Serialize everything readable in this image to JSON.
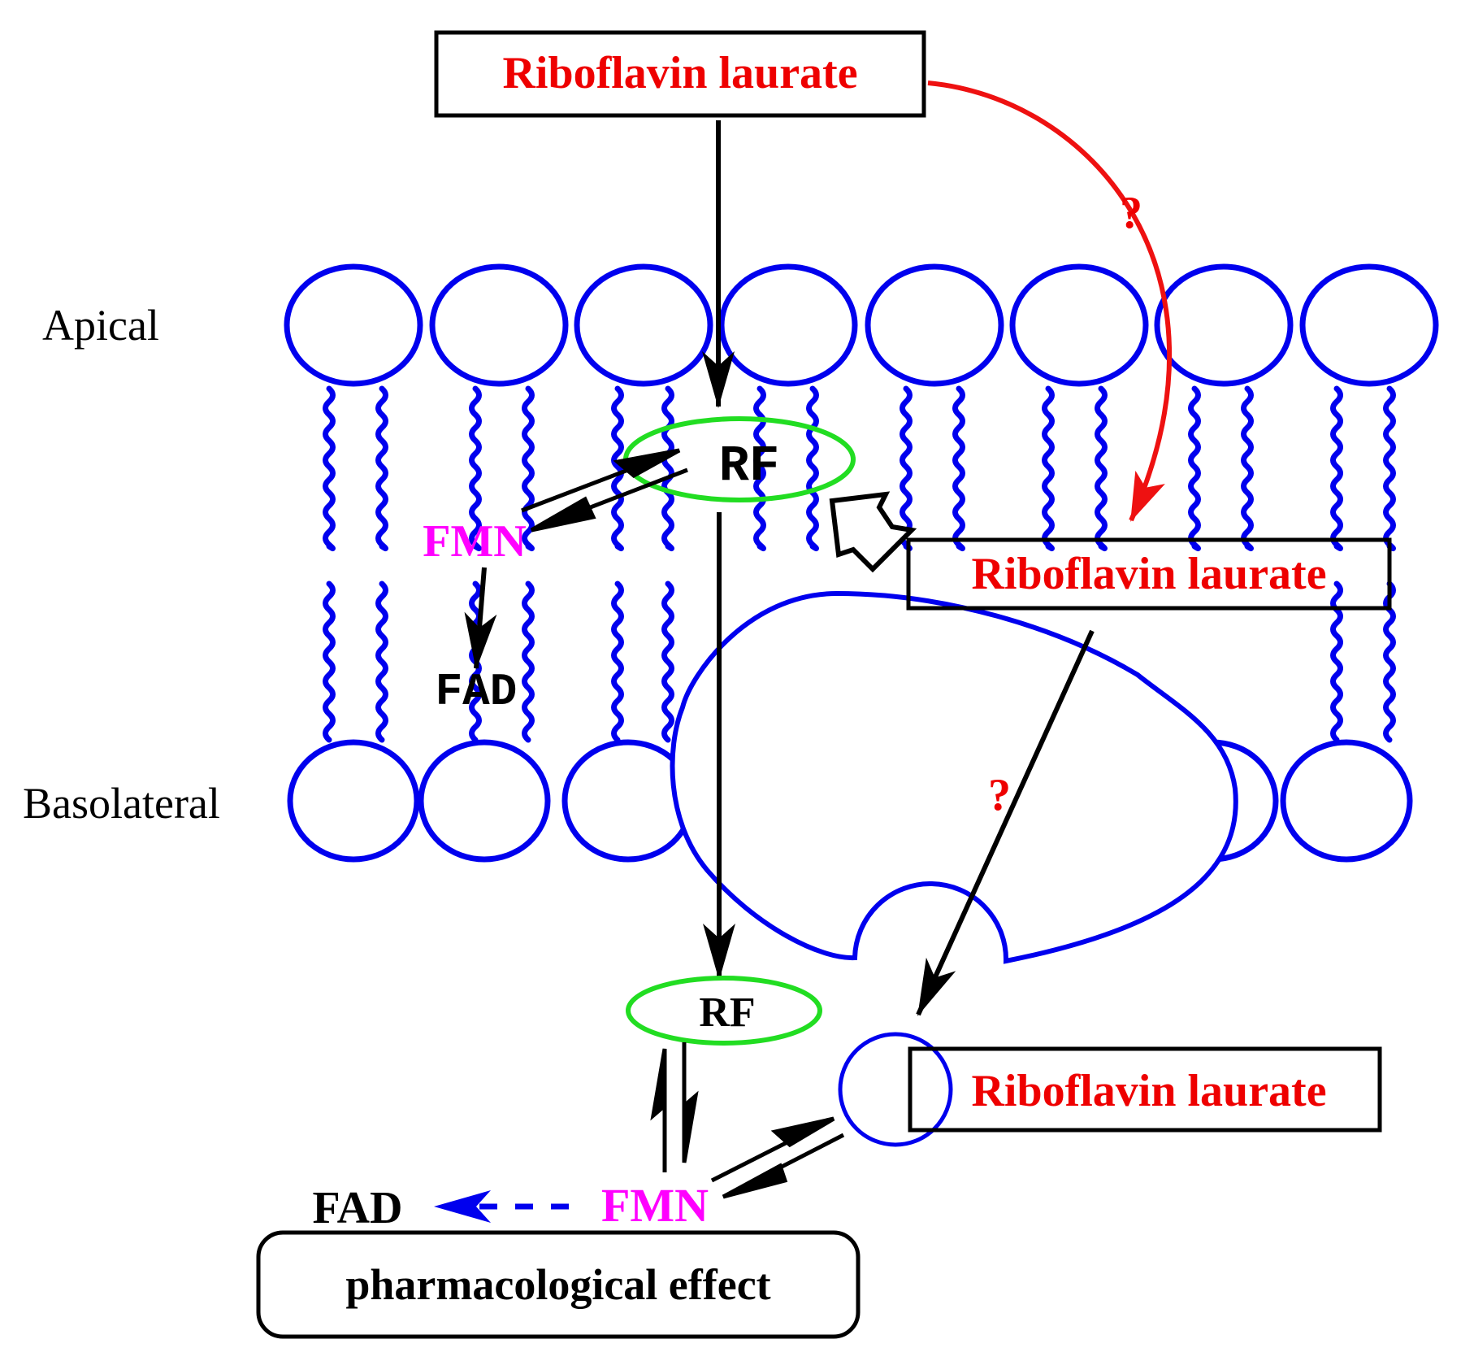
{
  "labels": {
    "apical": "Apical",
    "basolateral": "Basolateral",
    "riboflavin_top": "Riboflavin laurate",
    "riboflavin_mid": "Riboflavin laurate",
    "riboflavin_bottom": "Riboflavin laurate",
    "rf_membrane": "RF",
    "rf_cytosol": "RF",
    "fmn_membrane": "FMN",
    "fad_membrane": "FAD",
    "fmn_cytosol": "FMN",
    "fad_cytosol": "FAD",
    "question_top": "?",
    "question_mid": "?",
    "effect": "pharmacological effect"
  },
  "colors": {
    "membrane": "#0000ee",
    "transporter_ring": "#22dd22",
    "drug_text": "#ee0000",
    "red_arrow": "#ee1111",
    "fmn": "#ff00ff",
    "fad_arrow": "#0000ee",
    "arrows": "#000000"
  }
}
